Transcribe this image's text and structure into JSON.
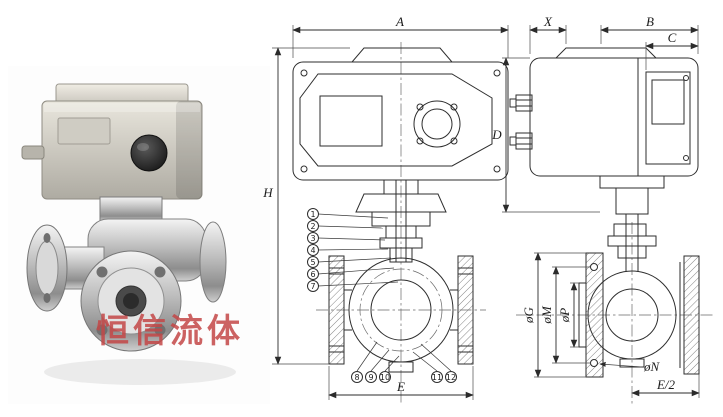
{
  "watermark": {
    "text": "恒信流体",
    "color": "#c44747"
  },
  "front_view": {
    "dim_a": "A",
    "dim_h": "H",
    "dim_e": "E"
  },
  "side_view": {
    "dim_x": "X",
    "dim_b": "B",
    "dim_c": "C",
    "dim_d": "D",
    "dim_g": "øG",
    "dim_m": "øM",
    "dim_p": "øP",
    "dim_n": "øN",
    "dim_e2": "E/2"
  },
  "callouts": {
    "left": [
      "1",
      "2",
      "3",
      "4",
      "5",
      "6",
      "7"
    ],
    "bottom": [
      "8",
      "9",
      "10",
      "11",
      "12"
    ]
  }
}
